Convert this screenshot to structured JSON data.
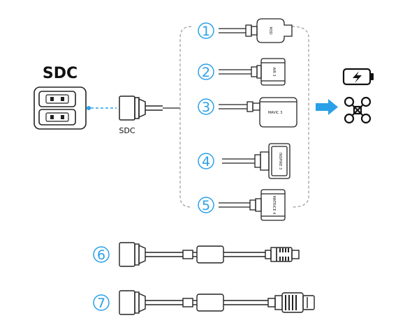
{
  "colors": {
    "accent": "#2aa0e8",
    "line": "#222222"
  },
  "hub": {
    "title": "SDC",
    "port_label": "SDC"
  },
  "adapters": [
    {
      "number": "1",
      "text": "M3D"
    },
    {
      "number": "2",
      "text": "AIR 3"
    },
    {
      "number": "3",
      "text": "MAVIC 3"
    },
    {
      "number": "4",
      "text": "INSPIRE 3"
    },
    {
      "number": "5",
      "text": "MATRICE 4"
    }
  ],
  "extra_cables": [
    {
      "number": "6"
    },
    {
      "number": "7"
    }
  ],
  "icons": [
    "battery-charging-icon",
    "arrow-right-icon",
    "drone-icon"
  ]
}
